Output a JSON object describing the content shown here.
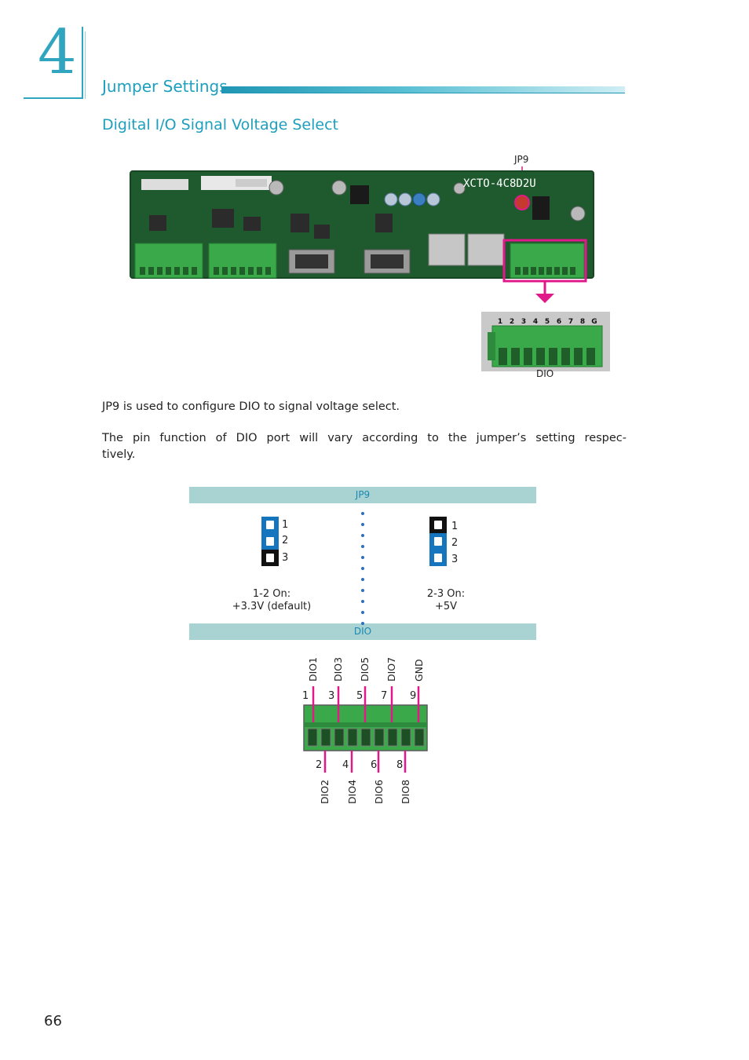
{
  "header": {
    "chapter_number": "4",
    "section_title": "Jumper Settings",
    "subsection_title": "Digital I/O Signal Voltage Select"
  },
  "board": {
    "jp9_callout": "JP9",
    "silk_text": "XCTO-4C8D2U",
    "dio_label": "DIO",
    "connector_pins": [
      "1",
      "2",
      "3",
      "4",
      "5",
      "6",
      "7",
      "8",
      "G"
    ]
  },
  "body": {
    "para1": "JP9 is used to configure DIO to signal voltage select.",
    "para2_line1": "The pin function of DIO port will vary according to the jumper’s setting respec-",
    "para2_line2": "tively."
  },
  "diagram": {
    "top_band": "JP9",
    "bottom_band": "DIO",
    "left_jumper": {
      "pins": [
        "1",
        "2",
        "3"
      ],
      "caption_line1": "1-2 On:",
      "caption_line2": "+3.3V (default)"
    },
    "right_jumper": {
      "pins": [
        "1",
        "2",
        "3"
      ],
      "caption_line1": "2-3 On:",
      "caption_line2": "+5V"
    }
  },
  "connector": {
    "top_signals": [
      "DIO1",
      "DIO3",
      "DIO5",
      "DIO7",
      "GND"
    ],
    "top_pins": [
      "1",
      "3",
      "5",
      "7",
      "9"
    ],
    "bottom_pins": [
      "2",
      "4",
      "6",
      "8"
    ],
    "bottom_signals": [
      "DIO2",
      "DIO4",
      "DIO6",
      "DIO8"
    ]
  },
  "colors": {
    "accent": "#1d9fbd",
    "callout": "#e0188a",
    "band": "#a9d3d3",
    "jumper_blue": "#1576bd",
    "connector_green": "#3aa94a"
  },
  "footer": {
    "page_number": "66"
  }
}
